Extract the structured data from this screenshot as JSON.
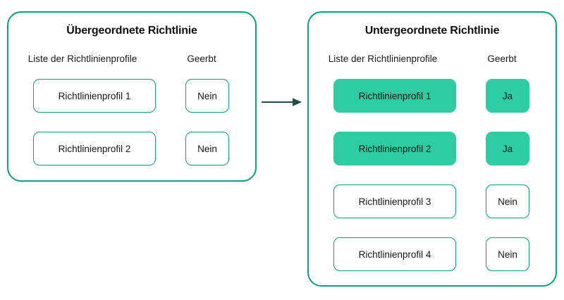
{
  "theme": {
    "border_color": "#08a083",
    "fill_color": "#2ecca2",
    "arrow_color": "#1f4e4a",
    "text_color": "#161616",
    "background": "#ffffff"
  },
  "columns": {
    "profiles_header": "Liste der Richtlinienprofile",
    "inherited_header": "Geerbt"
  },
  "connector": {
    "icon": "arrow-right-icon",
    "direction": "left-to-right"
  },
  "panels": [
    {
      "id": "parent",
      "title": "Übergeordnete Richtlinie",
      "rows": [
        {
          "profile": "Richtlinienprofil 1",
          "inherited": "Nein",
          "highlighted": false
        },
        {
          "profile": "Richtlinienprofil 2",
          "inherited": "Nein",
          "highlighted": false
        }
      ]
    },
    {
      "id": "child",
      "title": "Untergeordnete Richtlinie",
      "rows": [
        {
          "profile": "Richtlinienprofil 1",
          "inherited": "Ja",
          "highlighted": true
        },
        {
          "profile": "Richtlinienprofil 2",
          "inherited": "Ja",
          "highlighted": true
        },
        {
          "profile": "Richtlinienprofil 3",
          "inherited": "Nein",
          "highlighted": false
        },
        {
          "profile": "Richtlinienprofil 4",
          "inherited": "Nein",
          "highlighted": false
        }
      ]
    }
  ]
}
